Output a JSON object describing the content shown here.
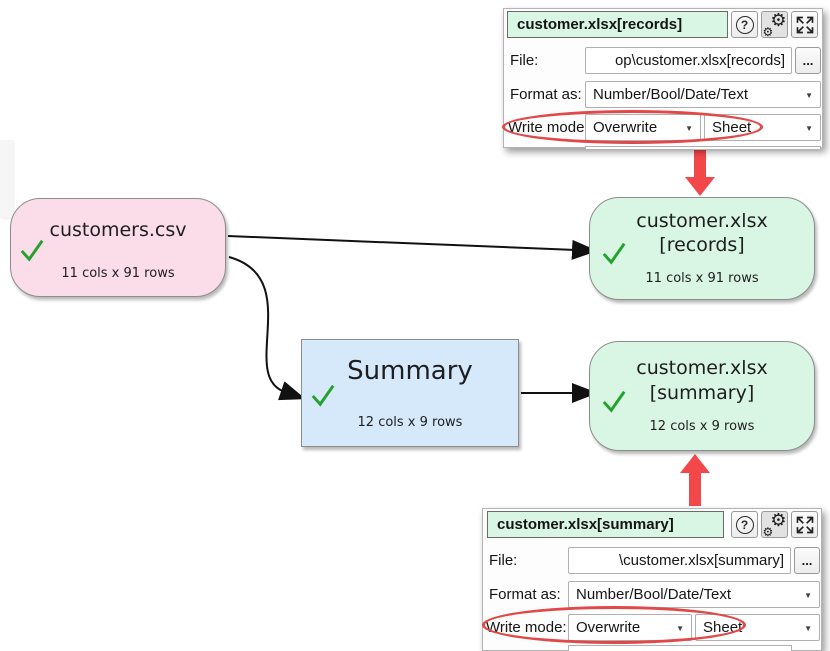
{
  "nodes": {
    "source": {
      "label": "customers.csv",
      "meta": "11 cols x 91 rows"
    },
    "transform": {
      "label": "Summary",
      "meta": "12 cols x 9 rows"
    },
    "output_records": {
      "line1": "customer.xlsx",
      "line2": "[records]",
      "meta": "11 cols x 91 rows"
    },
    "output_summary": {
      "line1": "customer.xlsx",
      "line2": "[summary]",
      "meta": "12 cols x 9 rows"
    }
  },
  "panels": [
    {
      "title": "customer.xlsx[records]",
      "file_label": "File:",
      "file_value": "op\\customer.xlsx[records]",
      "browse_label": "...",
      "format_label": "Format as:",
      "format_value": "Number/Bool/Date/Text",
      "write_mode_label": "Write mode:",
      "write_mode_value": "Overwrite",
      "write_target_value": "Sheet"
    },
    {
      "title": "customer.xlsx[summary]",
      "file_label": "File:",
      "file_value": "\\customer.xlsx[summary]",
      "browse_label": "...",
      "format_label": "Format as:",
      "format_value": "Number/Bool/Date/Text",
      "write_mode_label": "Write mode:",
      "write_mode_value": "Overwrite",
      "write_target_value": "Sheet"
    }
  ],
  "icons": {
    "help": "?",
    "gear": "⚙",
    "dropdown": "▼"
  },
  "colors": {
    "source_node": "#fbdce9",
    "transform_node": "#d6e9fb",
    "output_node": "#d9f6e5",
    "panel_title_bg": "#d9f5e3",
    "annotation_red": "#e24848",
    "arrow_red": "#f2484a",
    "check_green": "#23a32c",
    "connector_black": "#111111"
  }
}
